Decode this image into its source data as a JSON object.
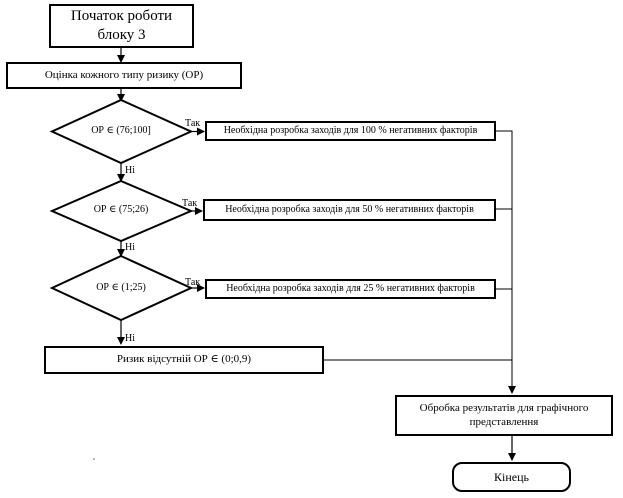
{
  "start": {
    "line1": "Початок роботи",
    "line2": "блоку 3"
  },
  "assess": "Оцінка кожного типу ризику (ОР)",
  "decisions": [
    {
      "condition": "ОР ∈ (76;100]",
      "yes_label": "Так",
      "no_label": "Ні",
      "action": "Необхідна розробка заходів для 100 % негативних факторів"
    },
    {
      "condition": "ОР ∈ (75;26)",
      "yes_label": "Так",
      "no_label": "Ні",
      "action": "Необхідна розробка заходів для 50 % негативних факторів"
    },
    {
      "condition": "ОР ∈ (1;25)",
      "yes_label": "Так",
      "no_label": "Ні",
      "action": "Необхідна розробка заходів для 25 % негативних факторів"
    }
  ],
  "no_risk": "Ризик відсутній ОР ∈ (0;0,9)",
  "process": {
    "line1": "Обробка результатів для графічного",
    "line2": "представлення"
  },
  "end": "Кінець"
}
